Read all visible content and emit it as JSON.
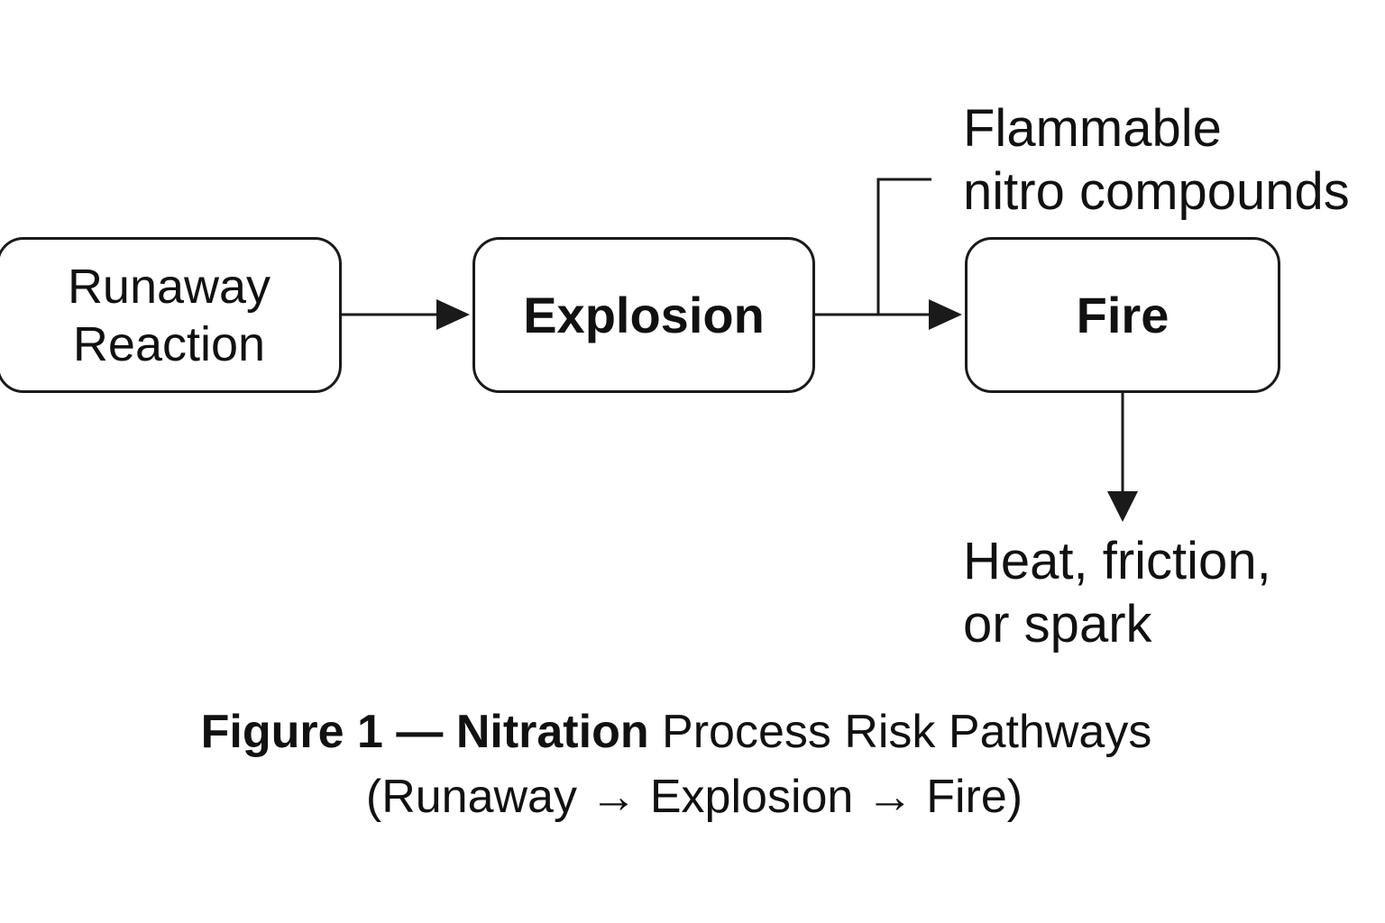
{
  "figure": {
    "nodes": [
      {
        "id": "runaway",
        "label": "Runaway\nReaction",
        "bold": false
      },
      {
        "id": "explosion",
        "label": "Explosion",
        "bold": true
      },
      {
        "id": "fire",
        "label": "Fire",
        "bold": true
      }
    ],
    "edges": [
      {
        "from": "runaway",
        "to": "explosion"
      },
      {
        "from": "explosion",
        "to": "fire"
      },
      {
        "from": "fire",
        "to": "ignition-sources"
      }
    ],
    "annotations": {
      "flammable": "Flammable\nnitro compounds",
      "ignition": "Heat, friction,\nor spark"
    },
    "caption": {
      "title_strong": "Figure 1 — Nitration",
      "title_rest": " Process Risk Pathways",
      "subtitle": "(Runaway → Explosion → Fire)"
    },
    "colors": {
      "stroke": "#1a1a1a",
      "text": "#111111",
      "background": "#ffffff"
    }
  }
}
